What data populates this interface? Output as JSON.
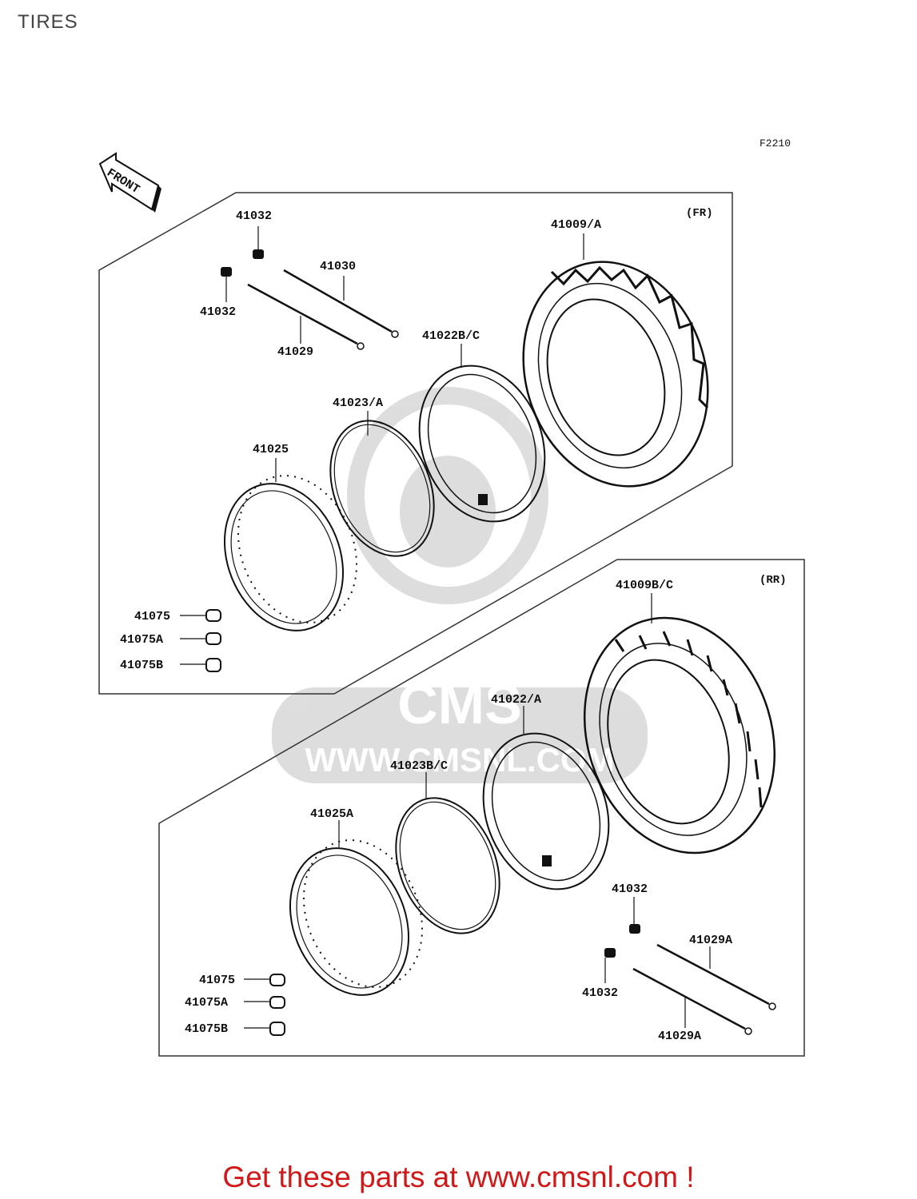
{
  "header": {
    "title": "TIRES",
    "figure_code": "F2210"
  },
  "watermark": {
    "text": "CMS",
    "url": "WWW.CMSNL.COM"
  },
  "front_arrow": {
    "label": "FRONT"
  },
  "sections": {
    "front": {
      "tag": "(FR)",
      "labels": {
        "valve_cap_top": "41032",
        "spoke_long": "41030",
        "valve_cap_left": "41032",
        "spoke_short": "41029",
        "tube": "41022B/C",
        "tire": "41009/A",
        "rim_band": "41023/A",
        "rim": "41025",
        "weight_1": "41075",
        "weight_2": "41075A",
        "weight_3": "41075B"
      }
    },
    "rear": {
      "tag": "(RR)",
      "labels": {
        "tire": "41009B/C",
        "tube": "41022/A",
        "rim_band": "41023B/C",
        "rim": "41025A",
        "valve_cap_top": "41032",
        "valve_cap_bottom": "41032",
        "spoke_top": "41029A",
        "spoke_bottom": "41029A",
        "weight_1": "41075",
        "weight_2": "41075A",
        "weight_3": "41075B"
      }
    }
  },
  "footer": {
    "cta": "Get these parts at www.cmsnl.com !"
  }
}
